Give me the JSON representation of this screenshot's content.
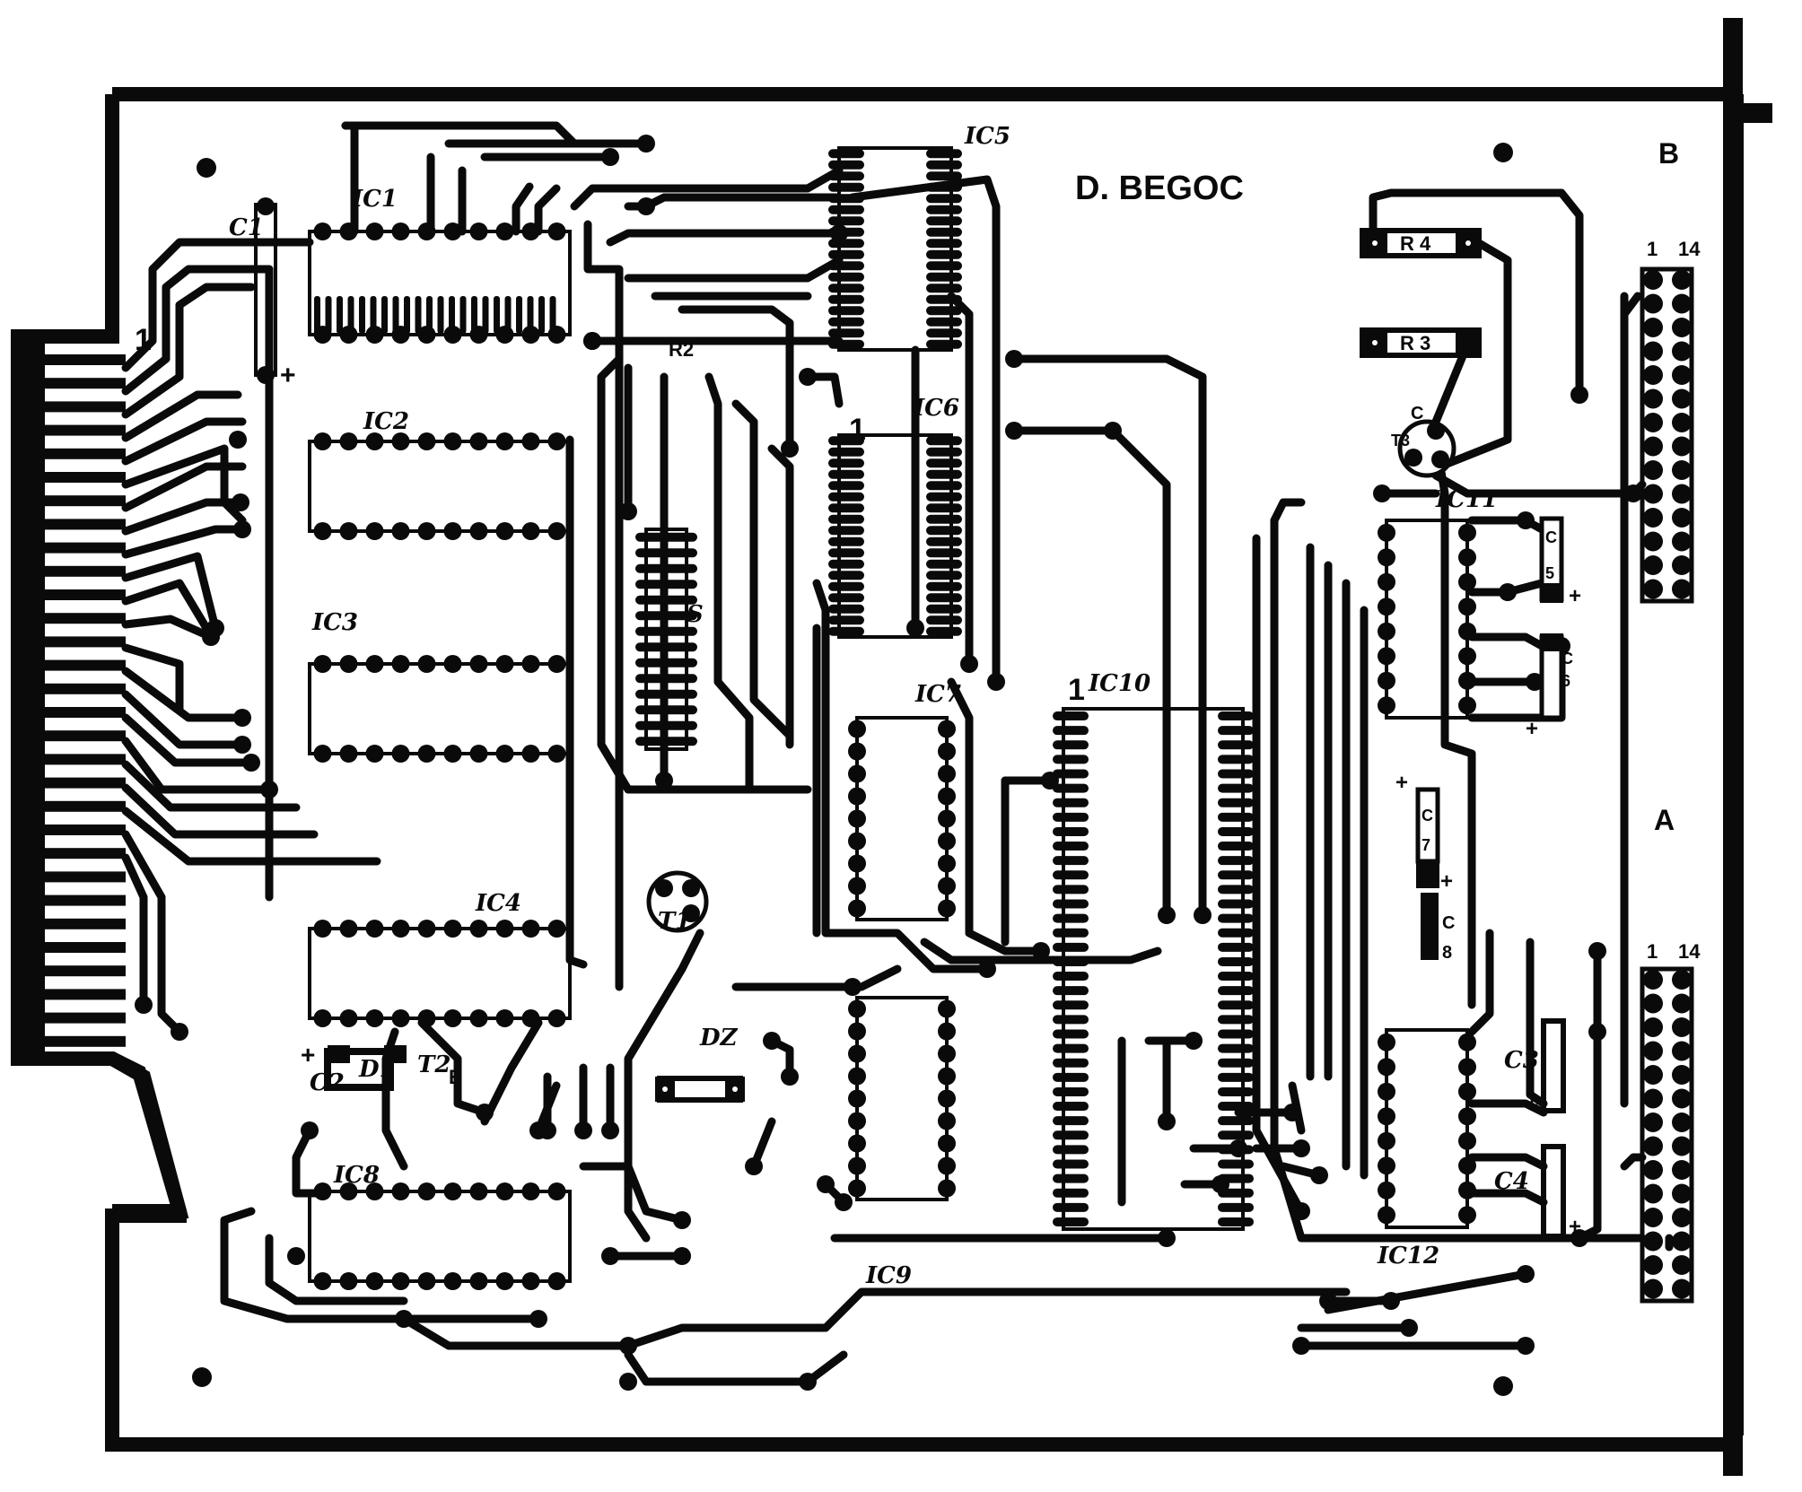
{
  "board": {
    "designer": "D. BEGOC",
    "connector_b_label": "B",
    "connector_a_label": "A",
    "connector_pin_start": "1",
    "connector_pin_end": "14",
    "colors": {
      "copper": "#0a0a0a",
      "substrate": "#ffffff"
    }
  },
  "ics": [
    {
      "id": "IC1",
      "label": "IC1"
    },
    {
      "id": "IC2",
      "label": "IC2"
    },
    {
      "id": "IC3",
      "label": "IC3"
    },
    {
      "id": "IC4",
      "label": "IC4"
    },
    {
      "id": "IC5",
      "label": "IC5"
    },
    {
      "id": "IC6",
      "label": "IC6"
    },
    {
      "id": "IC7",
      "label": "IC7"
    },
    {
      "id": "IC8",
      "label": "IC8"
    },
    {
      "id": "IC9",
      "label": "IC9"
    },
    {
      "id": "IC10",
      "label": "IC10"
    },
    {
      "id": "IC11",
      "label": "IC11"
    },
    {
      "id": "IC12",
      "label": "IC12"
    }
  ],
  "passives": {
    "R2": "R2",
    "R3": "R 3",
    "R4": "R 4",
    "C1": "C1",
    "C2": "C2",
    "C3": "C3",
    "C4": "C4",
    "C5_letter": "C",
    "C5_num": "5",
    "C6_letter": "C",
    "C6_num": "6",
    "C7_letter": "C",
    "C7_num": "7",
    "C8_letter": "C",
    "C8_num": "8",
    "T1": "T1",
    "T2": "T2",
    "T2_pin": "E",
    "T3": "T3",
    "T3_pin": "C",
    "D1": "D1",
    "DZ": "DZ",
    "S": "S",
    "plus": "+",
    "pin1_mark": "1"
  }
}
